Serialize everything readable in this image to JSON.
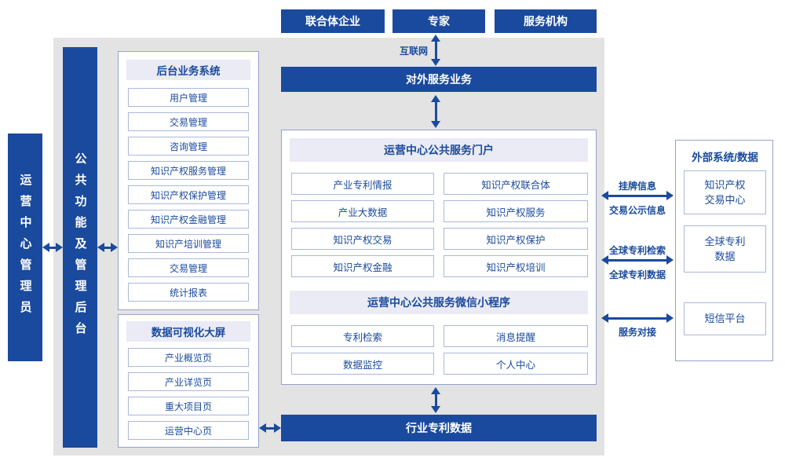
{
  "colors": {
    "primary": "#1a4a9e",
    "panel_bg": "#e3e3e3",
    "header_bg": "#eaebf5",
    "item_border": "#aab8dc",
    "panel_border": "#93a3cc"
  },
  "top_actors": {
    "consortium": "联合体企业",
    "expert": "专家",
    "service_org": "服务机构"
  },
  "internet_label": "互联网",
  "admin_box": "运营中心管理员",
  "backend_bar": "公共功能及管理后台",
  "external_service_bar": "对外服务业务",
  "industry_patent_bar": "行业专利数据",
  "backend_system": {
    "title": "后台业务系统",
    "items": [
      "用户管理",
      "交易管理",
      "咨询管理",
      "知识产权服务管理",
      "知识产权保护管理",
      "知识产权金融管理",
      "知识产培训管理",
      "交易管理",
      "统计报表"
    ]
  },
  "data_viz": {
    "title": "数据可视化大屏",
    "items": [
      "产业概览页",
      "产业详览页",
      "重大项目页",
      "运营中心页"
    ]
  },
  "portal": {
    "title": "运营中心公共服务门户",
    "items": [
      "产业专利情报",
      "知识产权联合体",
      "产业大数据",
      "知识产权服务",
      "知识产权交易",
      "知识产权保护",
      "知识产权金融",
      "知识产权培训"
    ]
  },
  "miniprogram": {
    "title": "运营中心公共服务微信小程序",
    "items": [
      "专利检索",
      "消息提醒",
      "数据监控",
      "个人中心"
    ]
  },
  "external_systems": {
    "title": "外部系统/数据",
    "items": [
      "知识产权\n交易中心",
      "全球专利\n数据",
      "短信平台"
    ]
  },
  "link_labels": {
    "listing_top": "挂牌信息",
    "listing_bottom": "交易公示信息",
    "global_search": "全球专利检索",
    "global_data": "全球专利数据",
    "service_connect": "服务对接"
  }
}
